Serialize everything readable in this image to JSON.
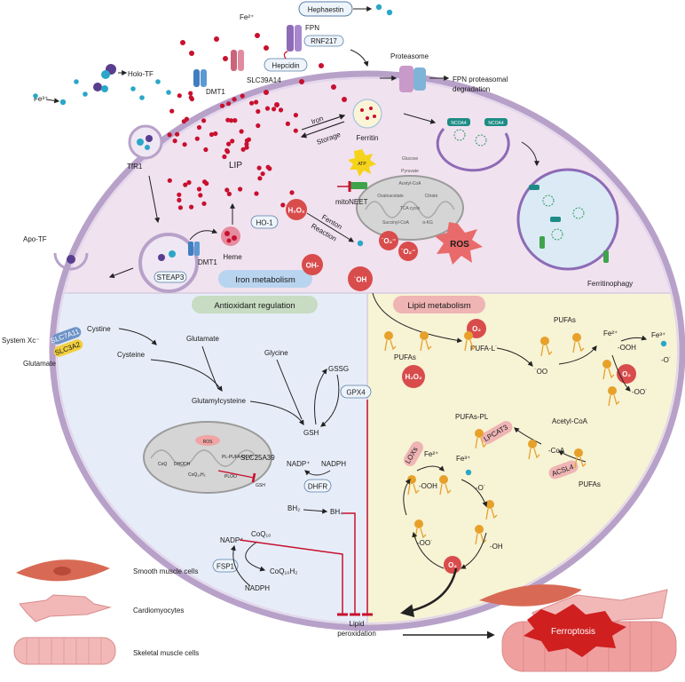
{
  "sections": {
    "iron": "Iron metabolism",
    "antioxidant": "Antioxidant regulation",
    "lipid": "Lipid metabolism"
  },
  "iron_labels": {
    "hephaestin": "Hephaestin",
    "fpn": "FPN",
    "rnf217": "RNF217",
    "hepcidin": "Hepcidin",
    "fe2": "Fe²⁺",
    "slc39a14": "SLC39A14",
    "dmt1_top": "DMT1",
    "holo_tf": "Holo-TF",
    "fe3": "Fe³⁺",
    "tfr1": "TfR1",
    "lip": "LIP",
    "iron_storage_1": "Iron",
    "iron_storage_2": "Storage",
    "ferritin": "Ferritin",
    "proteasome": "Proteasome",
    "fpn_degradation_1": "FPN  proteasomal",
    "fpn_degradation_2": "degradation",
    "ho1": "HO-1",
    "heme": "Heme",
    "apo_tf": "Apo-TF",
    "steap3": "STEAP3",
    "dmt1_endo": "DMT1",
    "fenton_1": "Fenton",
    "fenton_2": "Reaction",
    "mitoneet": "mitoNEET",
    "atp": "ATP",
    "h2o2": "H₂O₂",
    "oh_minus": "OH-",
    "oh_radical": "˙OH",
    "ros": "ROS",
    "o2_superoxide_1": "˙O₂⁻",
    "o2_superoxide_2": "˙O₂⁻",
    "ncoa4_1": "NCOA4",
    "ncoa4_2": "NCOA4",
    "ferritinophagy": "Ferritinophagy"
  },
  "mito_top_labels": [
    "Glucose",
    "Pyruvate",
    "Acetyl-CoA",
    "Oxaloacetate",
    "Citrate",
    "TCA cycle",
    "Succinyl-CoA",
    "α-KG"
  ],
  "antioxidant_labels": {
    "system_xc": "System Xc⁻",
    "slc7a11": "SLC7A11",
    "slc3a2": "SLC3A2",
    "cystine": "Cystine",
    "glutamate_out": "Glutamate",
    "cysteine": "Cysteine",
    "glutamate_in": "Glutamate",
    "glycine": "Glycine",
    "glutamylcysteine": "Glutamylcysteine",
    "gssg": "GSSG",
    "gsh": "GSH",
    "gpx4": "GPX4",
    "slc25a39": "SLC25A39",
    "ros": "ROS",
    "pl_pufa_ooh": "PL-PUFA-OOH",
    "plooh": "PLOO",
    "coq": "CoQ",
    "dhodh": "DHODH",
    "coq10h2": "CoQ₁₀H₂",
    "gsh_mito": "GSH",
    "nadp": "NADP⁺",
    "nadph": "NADPH",
    "dhfr": "DHFR",
    "bh2": "BH₂",
    "bh4": "BH₄",
    "nadp2": "NADP⁺",
    "coq10": "CoQ₁₀",
    "fsp1": "FSP1",
    "coq10h2_b": "CoQ₁₀H₂",
    "nadph2": "NADPH"
  },
  "lipid_labels": {
    "pufas_1": "PUFAs",
    "pufa_l": "PUFA-L˙",
    "o2_1": "O₂",
    "oo_1": "˙OO",
    "pufas_2": "PUFAs",
    "ooh": "-OOH",
    "fe2": "Fe²⁺",
    "fe3": "Fe³⁺",
    "o_minus": "-O˙",
    "o2_2": "O₂",
    "oo_2": "-OO˙",
    "h2o2": "H₂O₂",
    "pufas_pl": "PUFAs-PL",
    "lpcat3": "LPCAT3",
    "acetyl_coa": "Acetyl-CoA",
    "coa": "-CoA",
    "acsl4": "ACSL4",
    "pufas_3": "PUFAs",
    "loxs": "LOXs",
    "fe2_b": "Fe²⁺",
    "fe3_b": "Fe³⁺",
    "ooh_b": "-OOH",
    "o_b": "-O˙",
    "oo_b": "-OO˙",
    "oh_b": "-OH",
    "o2_b": "O₂"
  },
  "bottom_labels": {
    "smooth": "Smooth muscle cells",
    "cardio": "Cardiomyocytes",
    "skeletal": "Skeletal muscle cells",
    "lipid_perox_1": "Lipid",
    "lipid_perox_2": "peroxidation",
    "ferroptosis": "Ferroptosis"
  },
  "colors": {
    "membrane": "#b8a1c9",
    "cytoplasm_iron": "#f1e2ef",
    "antioxidant_bg": "#e7edf8",
    "lipid_bg": "#f7f3d5",
    "iron_dot": "#c8102e",
    "fe3_dot": "#2aa7c8",
    "pill_blue": "#b9d4ef",
    "pill_green": "#c7dcc2",
    "pill_pink": "#efb4b4",
    "radical_red": "#d94c4c",
    "inhibit_red": "#c8102e",
    "lipid_head": "#e7a12b",
    "ferroptosis_red": "#cf1f1f",
    "muscle_pink": "#f2b8b8"
  },
  "icons": [
    "transporter-icon",
    "mitochondrion-icon",
    "ferritin-icon",
    "proteasome-icon",
    "lysosome-icon",
    "lipid-icon",
    "muscle-cell-icon"
  ]
}
